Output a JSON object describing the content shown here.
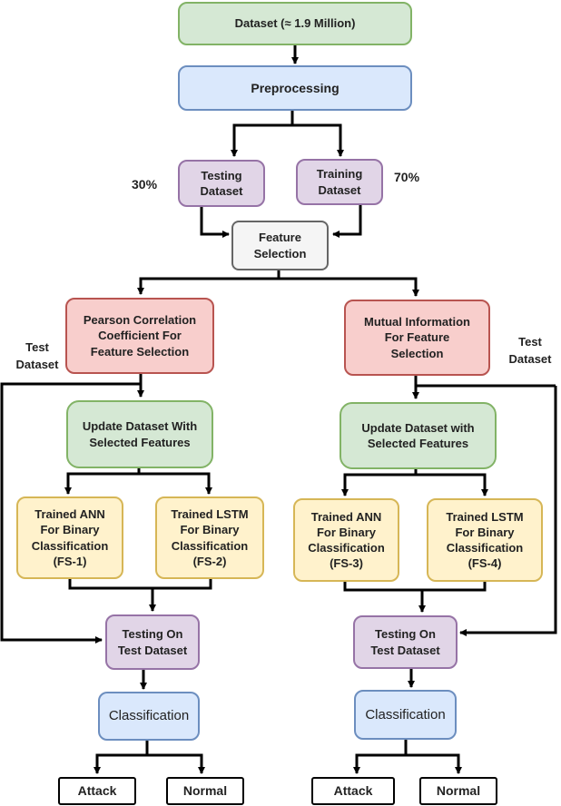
{
  "nodes": {
    "dataset": "Dataset (≈ 1.9 Million)",
    "preprocessing": "Preprocessing",
    "testing_dataset": "Testing\nDataset",
    "training_dataset": "Training\nDataset",
    "feature_selection": "Feature\nSelection",
    "pearson": "Pearson Correlation\nCoefficient For\nFeature Selection",
    "mutual_info": "Mutual Information\nFor Feature\nSelection",
    "update_left": "Update Dataset With\nSelected Features",
    "update_right": "Update Dataset with\nSelected Features",
    "ann_left": "Trained ANN\nFor Binary\nClassification\n(FS-1)",
    "lstm_left": "Trained LSTM\nFor Binary\nClassification\n(FS-2)",
    "ann_right": "Trained ANN\nFor Binary\nClassification\n(FS-3)",
    "lstm_right": "Trained LSTM\nFor Binary\nClassification\n(FS-4)",
    "testing_left": "Testing On\nTest Dataset",
    "testing_right": "Testing On\nTest Dataset",
    "class_left": "Classification",
    "class_right": "Classification",
    "attack_left": "Attack",
    "normal_left": "Normal",
    "attack_right": "Attack",
    "normal_right": "Normal"
  },
  "labels": {
    "test_pct": "30%",
    "train_pct": "70%",
    "test_dataset_left": "Test\nDataset",
    "test_dataset_right": "Test\nDataset"
  },
  "colors": {
    "green": "#d5e8d4",
    "blue": "#dae8fc",
    "purple": "#e1d5e7",
    "gray": "#f5f5f5",
    "red": "#f8cecc",
    "yellow": "#fff2cc",
    "arrow": "#000000"
  }
}
